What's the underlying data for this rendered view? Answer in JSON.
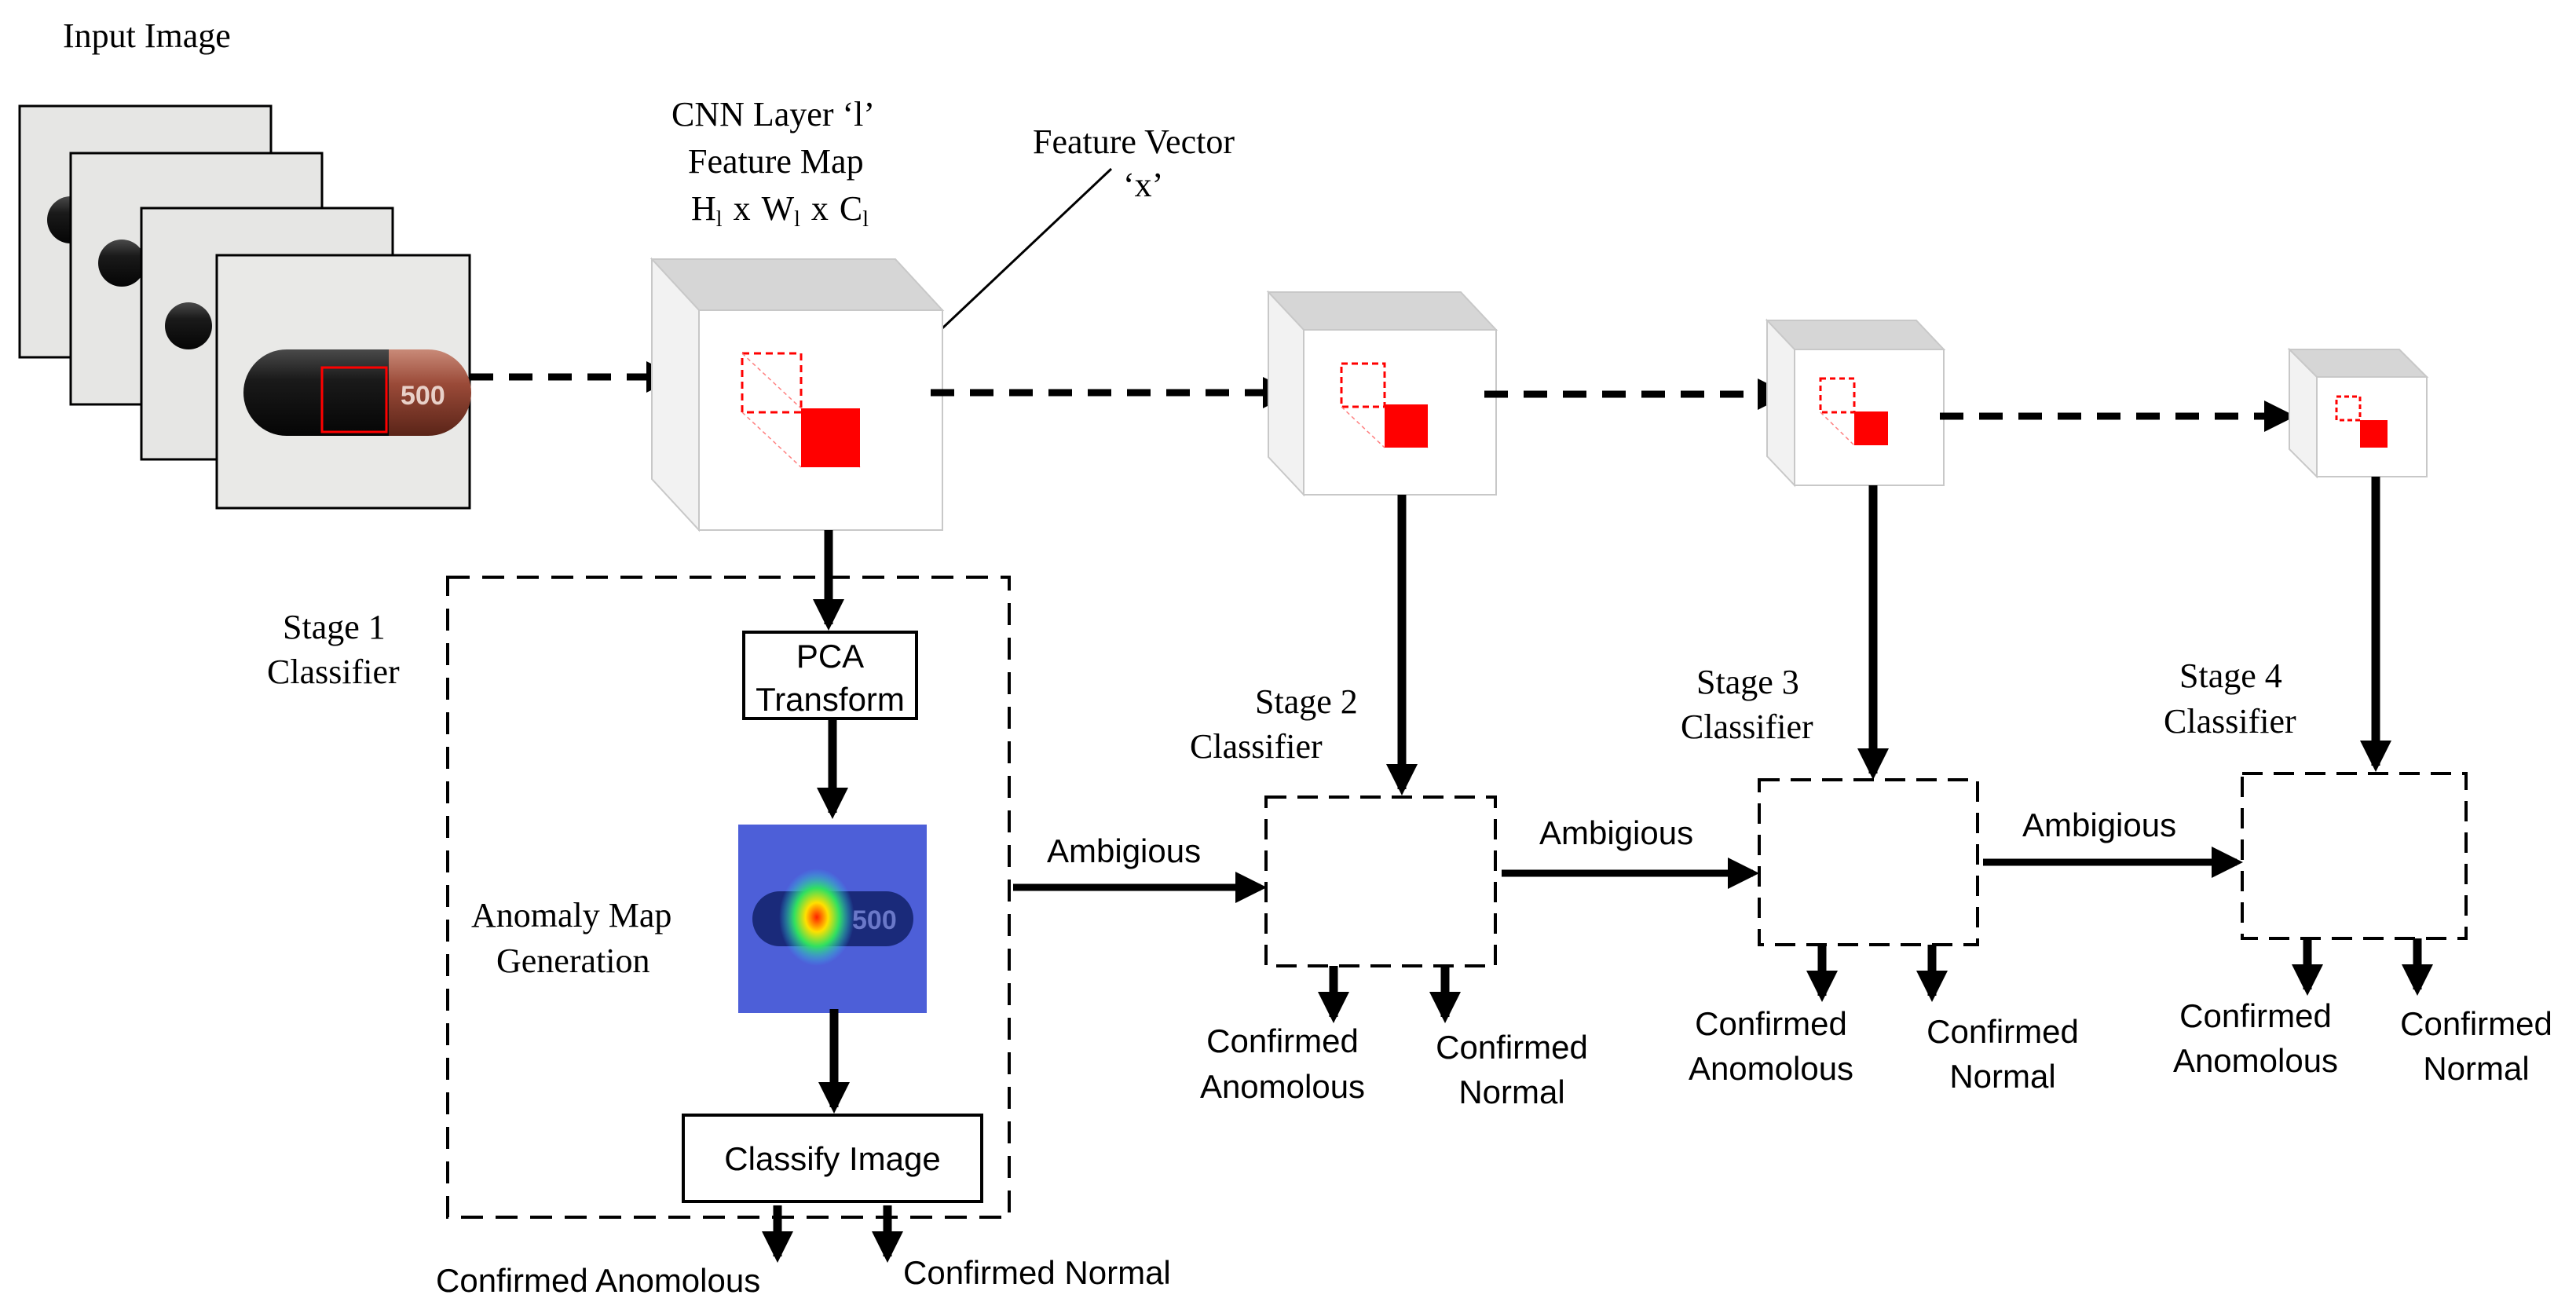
{
  "input": {
    "label": "Input Image",
    "capsule_print": "500"
  },
  "feature_map": {
    "title_line1": "CNN Layer ‘l’",
    "title_line2": "Feature Map",
    "dims": {
      "h": "H",
      "w": "W",
      "c": "C",
      "sub": "l",
      "times": "x"
    },
    "vector_line1": "Feature Vector",
    "vector_line2": "‘x’"
  },
  "stage1": {
    "title_line1": "Stage 1",
    "title_line2": "Classifier",
    "pca_line1": "PCA",
    "pca_line2": "Transform",
    "map_line1": "Anomaly Map",
    "map_line2": "Generation",
    "classify": "Classify Image",
    "out_anomalous": "Confirmed Anomolous",
    "out_normal": "Confirmed Normal"
  },
  "stages": [
    {
      "title_line1": "Stage 2",
      "title_line2": "Classifier",
      "in_label": "Ambigious",
      "anom_line1": "Confirmed",
      "anom_line2": "Anomolous",
      "norm_line1": "Confirmed",
      "norm_line2": "Normal"
    },
    {
      "title_line1": "Stage 3",
      "title_line2": "Classifier",
      "in_label": "Ambigious",
      "anom_line1": "Confirmed",
      "anom_line2": "Anomolous",
      "norm_line1": "Confirmed",
      "norm_line2": "Normal"
    },
    {
      "title_line1": "Stage 4",
      "title_line2": "Classifier",
      "in_label": "Ambigious",
      "anom_line1": "Confirmed",
      "anom_line2": "Anomolous",
      "norm_line1": "Confirmed",
      "norm_line2": "Normal"
    }
  ],
  "colors": {
    "highlight": "#ff0000",
    "heatmap_bg": "#4d5fd8",
    "stroke": "#000000"
  }
}
